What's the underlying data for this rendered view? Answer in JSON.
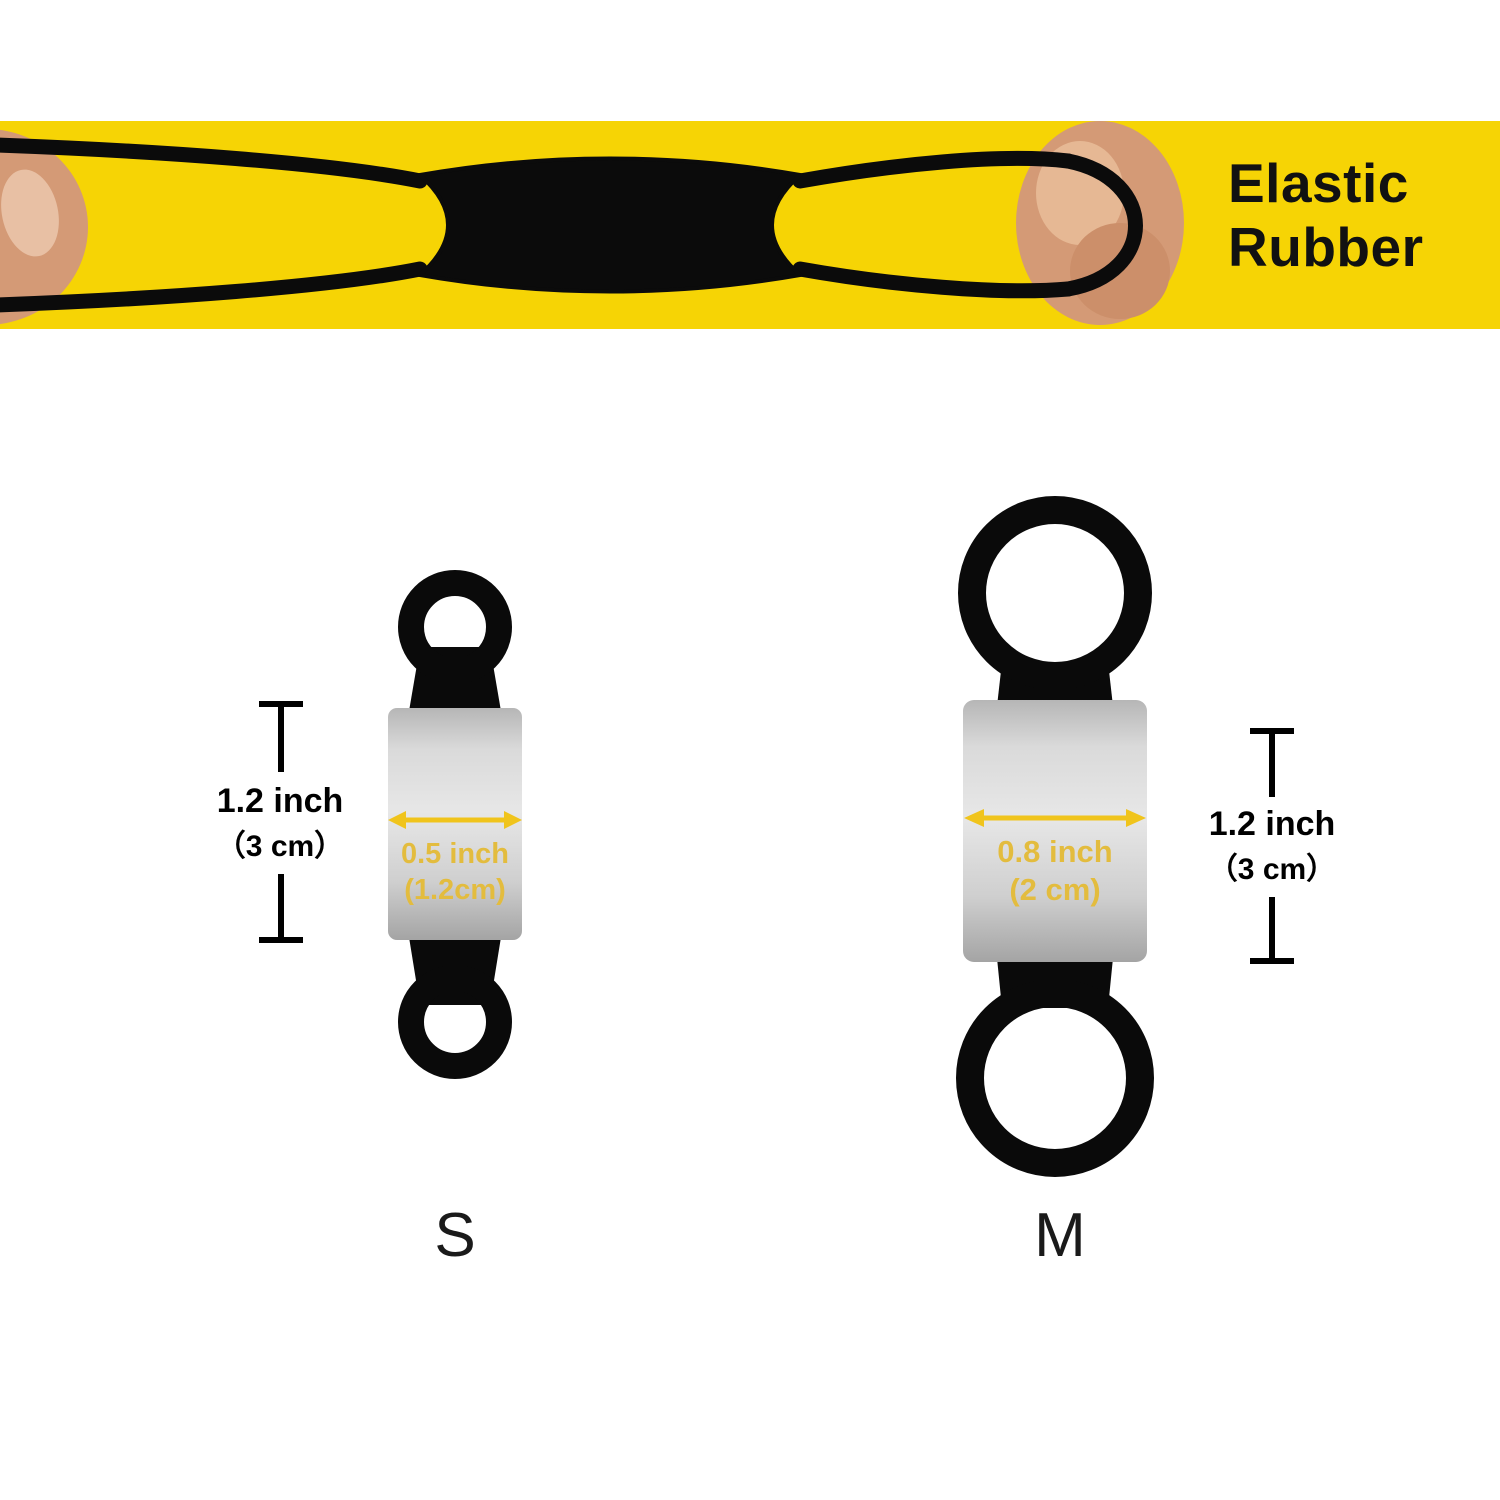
{
  "banner": {
    "bg_color": "#f6d405",
    "title_line1": "Elastic",
    "title_line2": "Rubber"
  },
  "colors": {
    "accent_yellow": "#f6d405",
    "dimension_gold": "#e8bd2e",
    "product_black": "#0a0a0a",
    "band_gray": "#d9d9d9",
    "skin_tone": "#d49a76"
  },
  "products": [
    {
      "size_label": "S",
      "height_value": "1.2 inch",
      "height_metric": "（3 cm）",
      "width_value": "0.5 inch",
      "width_metric": "(1.2cm)"
    },
    {
      "size_label": "M",
      "height_value": "1.2 inch",
      "height_metric": "（3 cm）",
      "width_value": "0.8 inch",
      "width_metric": "(2 cm)"
    }
  ]
}
